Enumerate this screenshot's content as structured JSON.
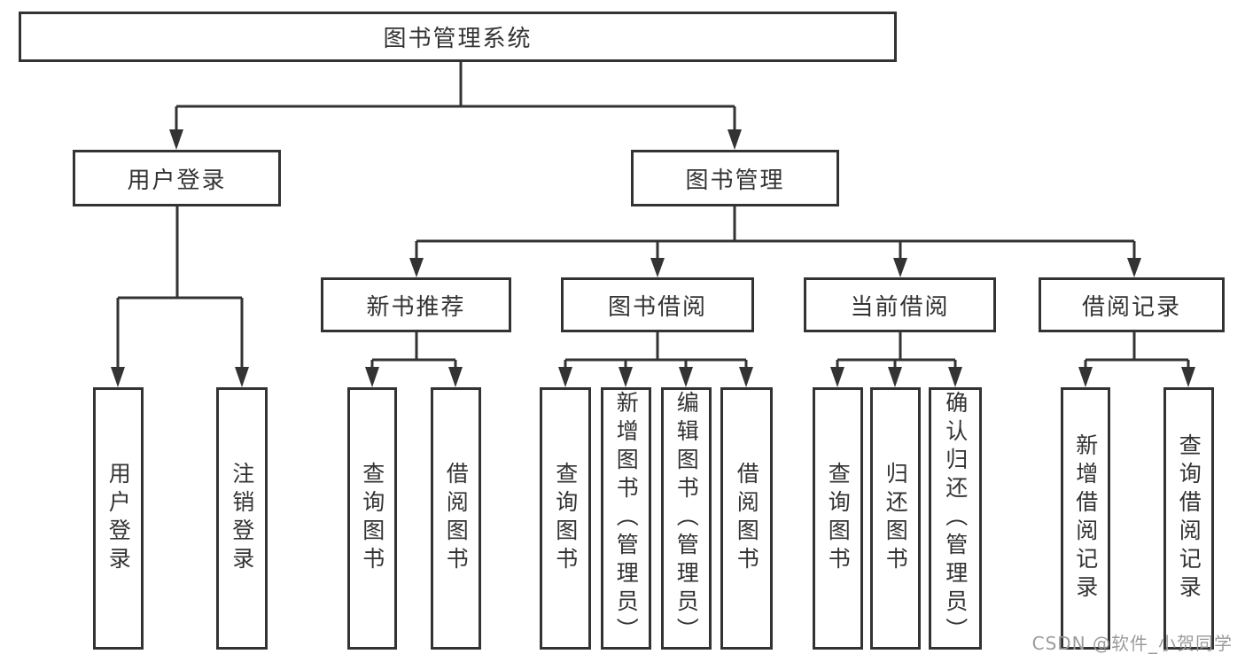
{
  "colors": {
    "line": "#333333",
    "text": "#333333",
    "box_background": "#ffffff",
    "watermark": "#9b9b9b"
  },
  "tree": {
    "label": "图书管理系统",
    "children": [
      {
        "label": "用户登录",
        "children": [
          {
            "label": "用户登录"
          },
          {
            "label": "注销登录"
          }
        ]
      },
      {
        "label": "图书管理",
        "children": [
          {
            "label": "新书推荐",
            "children": [
              {
                "label": "查询图书"
              },
              {
                "label": "借阅图书"
              }
            ]
          },
          {
            "label": "图书借阅",
            "children": [
              {
                "label": "查询图书"
              },
              {
                "label": "新增图书（管理员）"
              },
              {
                "label": "编辑图书（管理员）"
              },
              {
                "label": "借阅图书"
              }
            ]
          },
          {
            "label": "当前借阅",
            "children": [
              {
                "label": "查询图书"
              },
              {
                "label": "归还图书"
              },
              {
                "label": "确认归还（管理员）"
              }
            ]
          },
          {
            "label": "借阅记录",
            "children": [
              {
                "label": "新增借阅记录"
              },
              {
                "label": "查询借阅记录"
              }
            ]
          }
        ]
      }
    ]
  },
  "watermark": {
    "text": "CSDN @软件_小贺同学"
  }
}
